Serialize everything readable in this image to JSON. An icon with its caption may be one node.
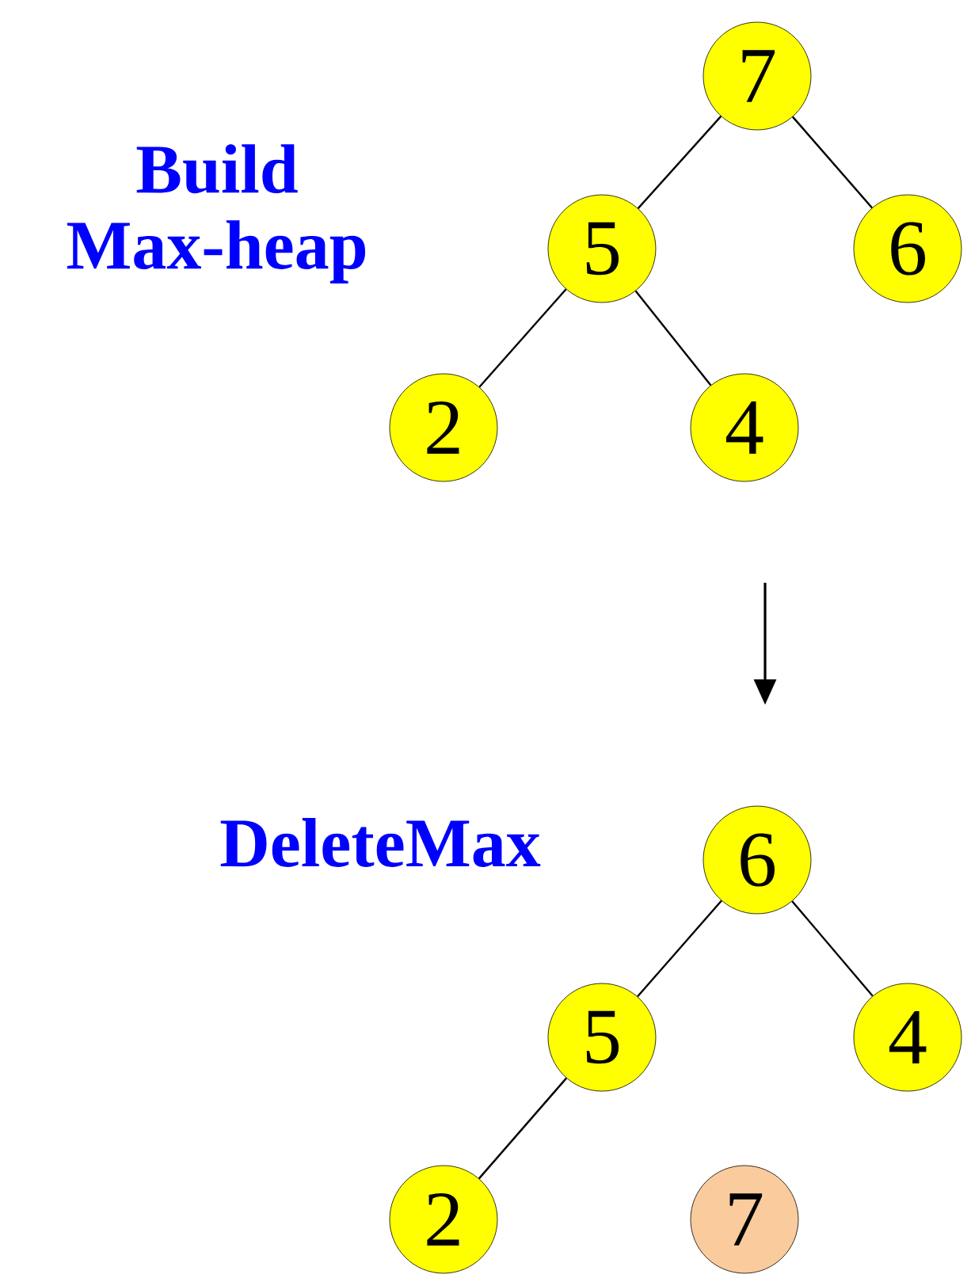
{
  "diagram": {
    "nodes": [
      {
        "text": [
          "7"
        ]
      },
      {
        "text": [
          "5"
        ]
      },
      {
        "text": [
          "6"
        ]
      },
      {
        "text": [
          "2"
        ]
      },
      {
        "text": [
          "4"
        ]
      },
      {
        "text": [
          "6"
        ]
      },
      {
        "text": [
          "5"
        ]
      },
      {
        "text": [
          "4"
        ]
      },
      {
        "text": [
          "2"
        ]
      },
      {
        "text": [
          "7"
        ]
      }
    ],
    "edges": [
      {
        "from": 0,
        "to": 1,
        "arrow": "none"
      },
      {
        "from": 0,
        "to": 2,
        "arrow": "none"
      },
      {
        "from": 1,
        "to": 3,
        "arrow": "none"
      },
      {
        "from": 1,
        "to": 4,
        "arrow": "none"
      },
      {
        "from": 5,
        "to": 6,
        "arrow": "none"
      },
      {
        "from": 5,
        "to": 7,
        "arrow": "none"
      },
      {
        "from": 6,
        "to": 8,
        "arrow": "none"
      }
    ],
    "labels": [
      "Build Max-heap",
      "DeleteMax"
    ]
  }
}
